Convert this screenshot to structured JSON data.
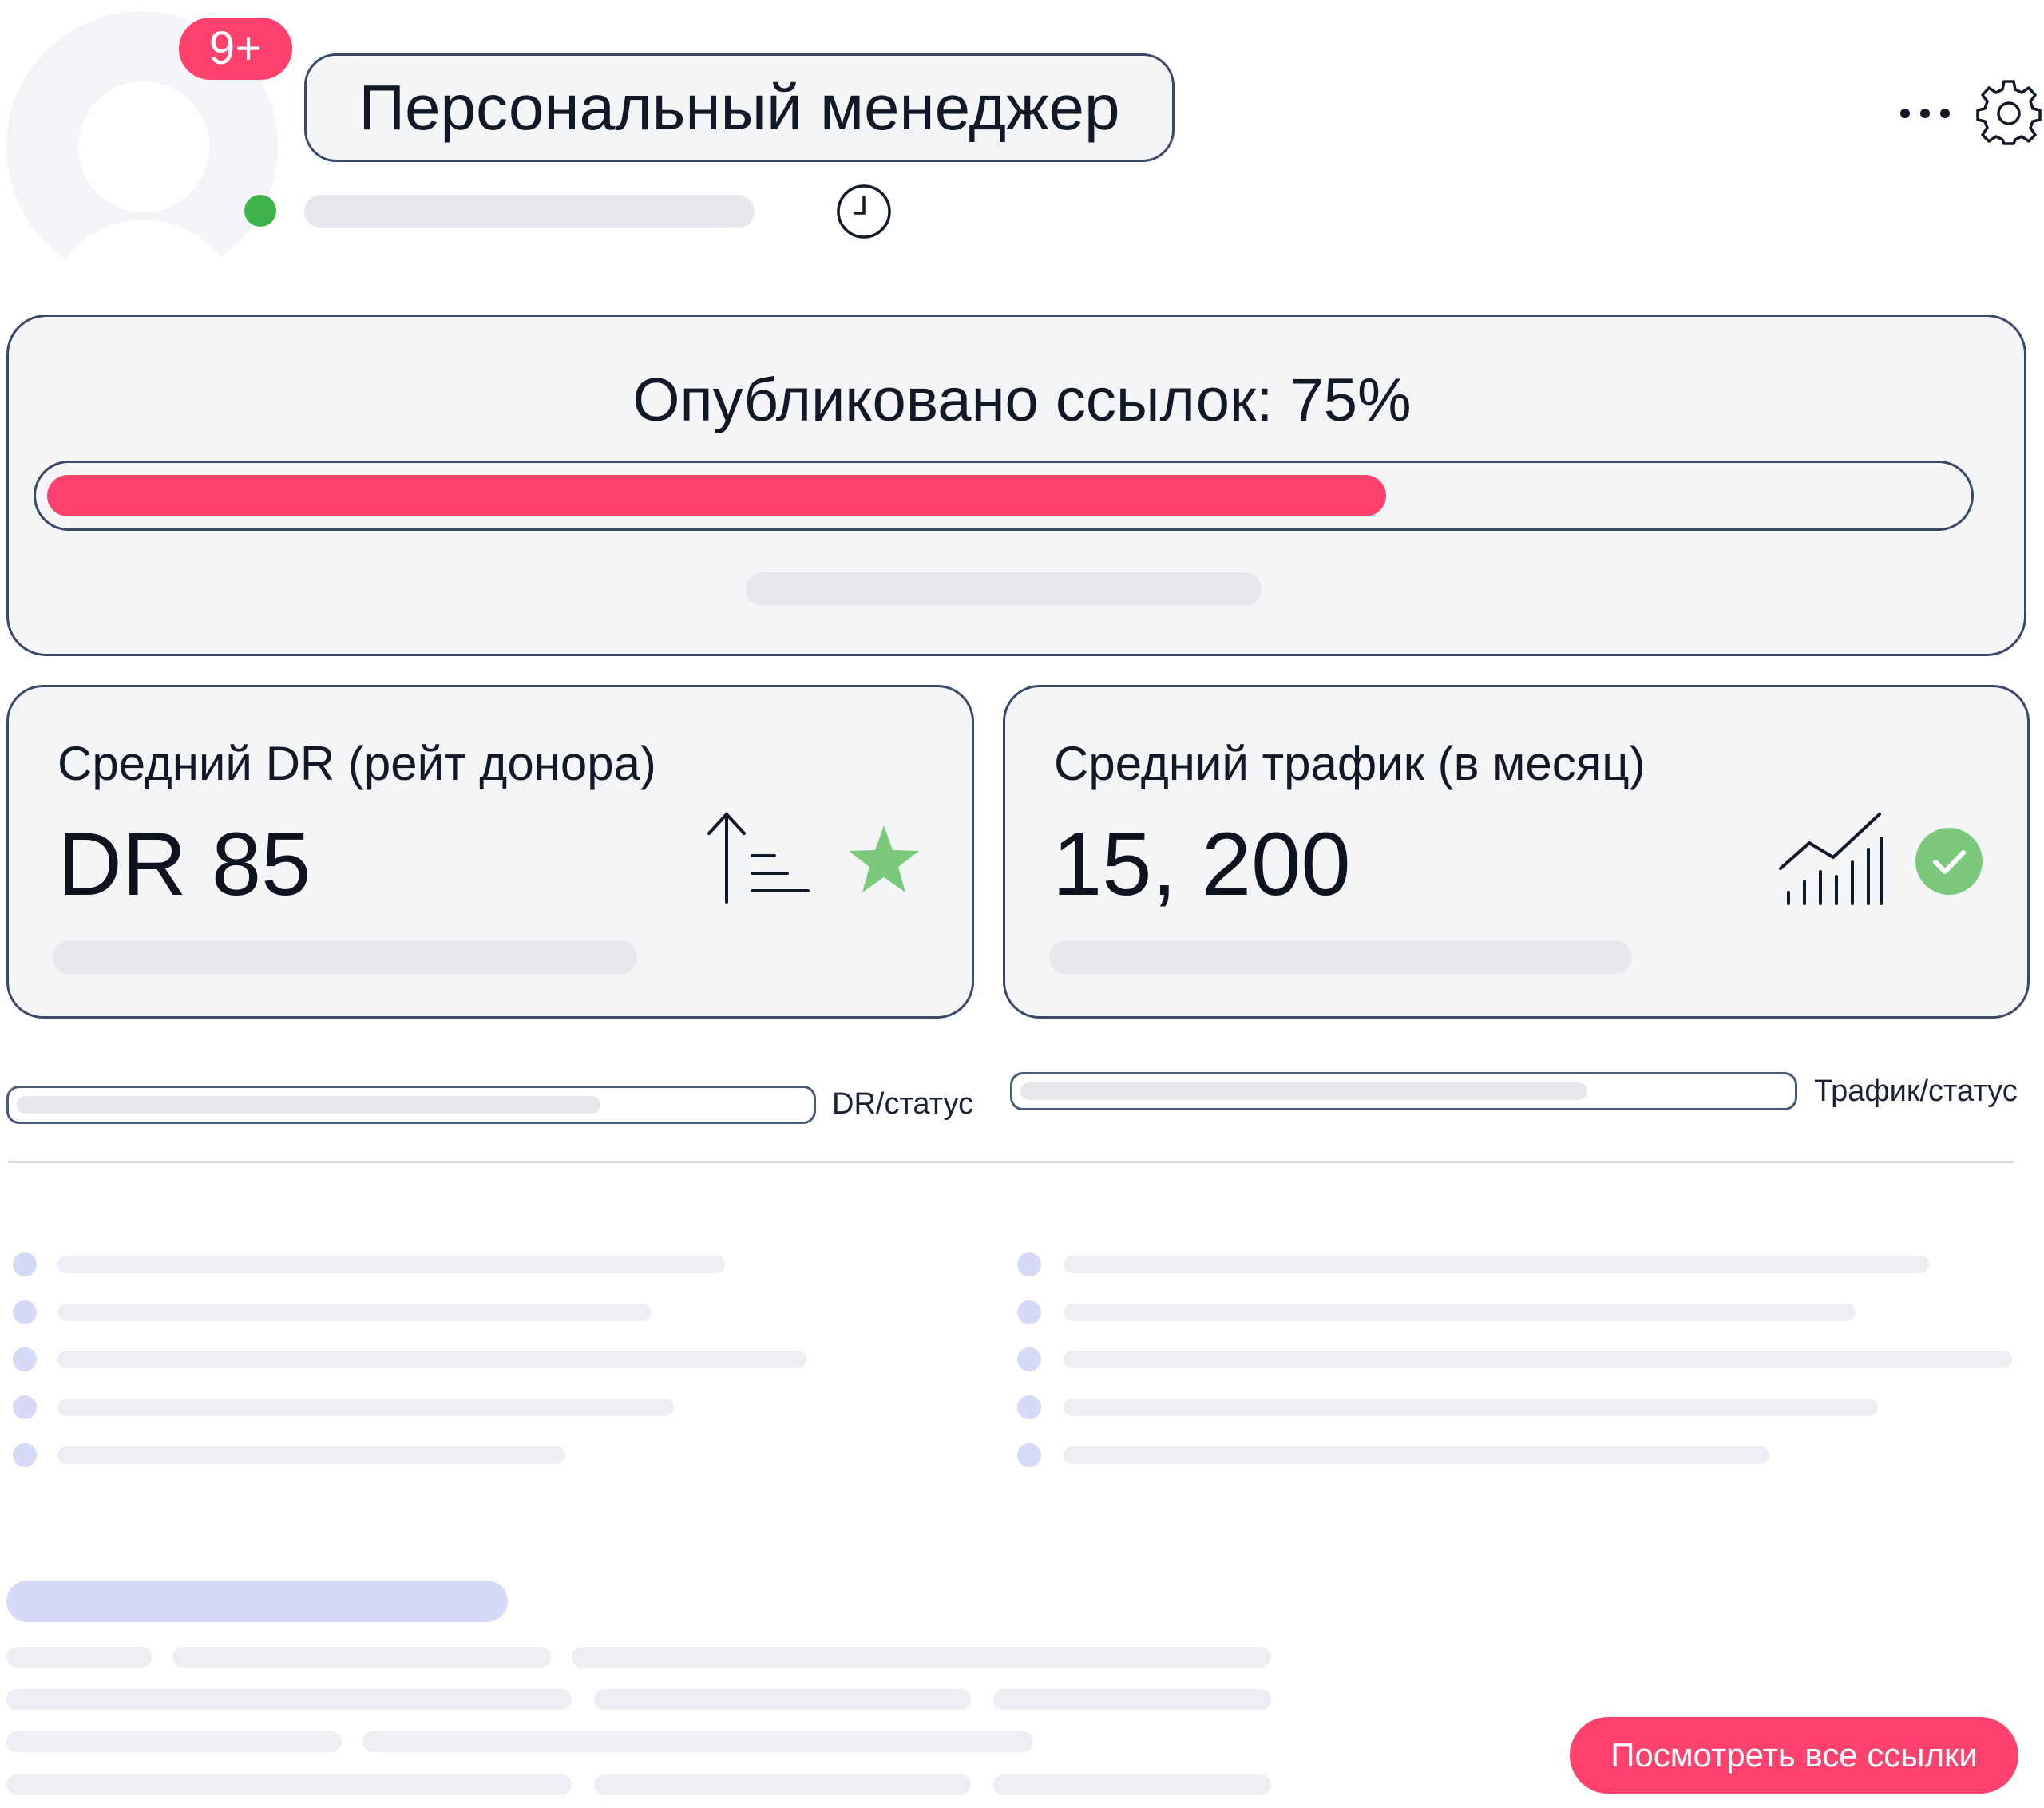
{
  "header": {
    "badge": "9+",
    "title": "Персональный менеджер"
  },
  "icons": {
    "clock": "clock-icon",
    "more": "more-dots-icon",
    "settings": "gear-icon",
    "sort": "sort-ascending-icon",
    "star": "star-icon",
    "chart": "growth-chart-icon",
    "check": "check-circle-icon"
  },
  "progress": {
    "label": "Опубликовано ссылок: 75%",
    "percent": 70
  },
  "stats": {
    "dr": {
      "label": "Средний DR (рейт донора)",
      "value": "DR 85"
    },
    "traffic": {
      "label": "Средний трафик (в месяц)",
      "value": "15, 200"
    }
  },
  "status_bars": {
    "dr": {
      "label": "DR/статус",
      "fill": 0.74
    },
    "traffic": {
      "label": "Трафик/статус",
      "fill": 0.74
    }
  },
  "actions": {
    "view_all": "Посмотреть все ссылки"
  },
  "colors": {
    "accent": "#ff416e",
    "online": "#3fb24c",
    "success": "#7cc97e",
    "border": "#3a4a66"
  }
}
